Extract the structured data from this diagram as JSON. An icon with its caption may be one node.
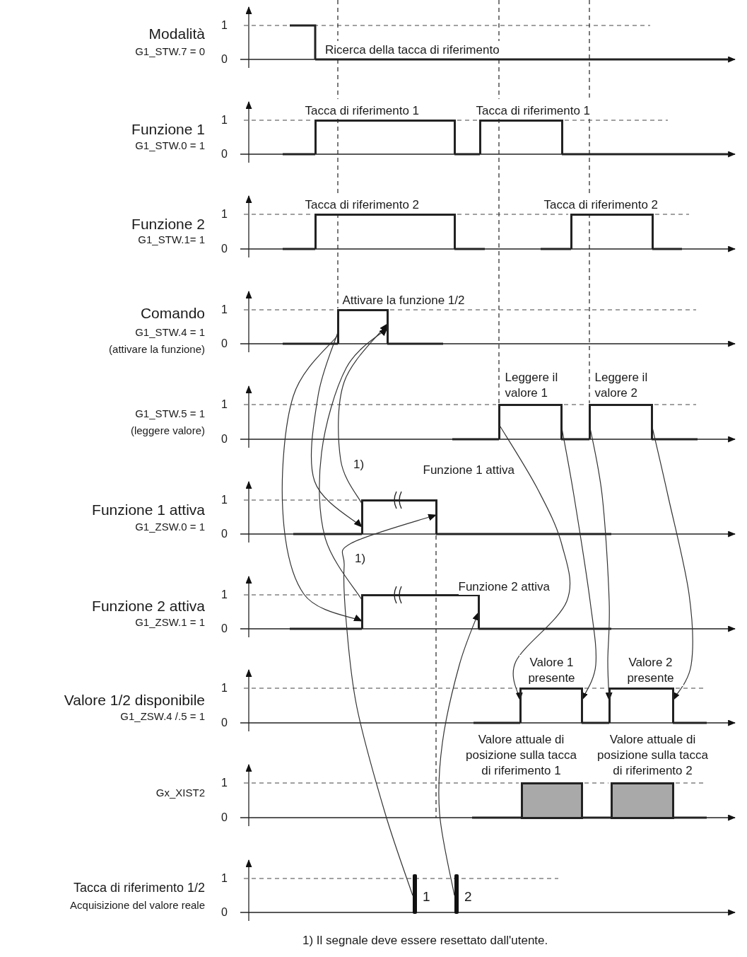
{
  "diagram": {
    "nodes": [
      {
        "text": [
          "Tacca di riferimento 1"
        ]
      },
      {
        "text": [
          "Tacca di riferimento 1"
        ]
      },
      {
        "text": [
          "Tacca di riferimento 2"
        ]
      },
      {
        "text": [
          "Tacca di riferimento 2"
        ]
      },
      {
        "text": [
          "Attivare la funzione 1/2"
        ]
      },
      {
        "text": [
          "Leggere il valore 1"
        ]
      },
      {
        "text": [
          "Leggere il valore 2"
        ]
      },
      {
        "text": [
          "Funzione 1 attiva"
        ]
      },
      {
        "text": [
          "Funzione 2 attiva"
        ]
      },
      {
        "text": [
          "Valore 1 presente"
        ]
      },
      {
        "text": [
          "Valore 2 presente"
        ]
      },
      {
        "text": [
          "Valore attuale di posizione sulla tacca di riferimento 1"
        ]
      },
      {
        "text": [
          "Valore attuale di posizione sulla tacca di riferimento 2"
        ]
      },
      {
        "text": [],
        "shape": "bar",
        "beside": [
          "1"
        ]
      },
      {
        "text": [],
        "shape": "bar",
        "beside": [
          "2"
        ]
      }
    ],
    "edges": [
      {
        "from": 4,
        "to": 7,
        "arrow": "to"
      },
      {
        "from": 4,
        "to": 8,
        "arrow": "to"
      },
      {
        "from": 7,
        "to": 4,
        "arrow": "to"
      },
      {
        "from": 8,
        "to": 4,
        "arrow": "to"
      },
      {
        "from": 13,
        "to": 7,
        "arrow": "to"
      },
      {
        "from": 14,
        "to": 8,
        "arrow": "to"
      },
      {
        "from": 5,
        "to": 9,
        "arrow": "to"
      },
      {
        "from": 5,
        "to": 9,
        "arrow": "to"
      },
      {
        "from": 6,
        "to": 10,
        "arrow": "to"
      },
      {
        "from": 6,
        "to": 10,
        "arrow": "to"
      }
    ],
    "labels": [
      "Modalità",
      "G1_STW.7 = 0",
      "1",
      "0",
      "Ricerca della tacca di riferimento",
      "Funzione 1",
      "G1_STW.0 = 1",
      "1",
      "0",
      "Funzione 2",
      "G1_STW.1= 1",
      "1",
      "0",
      "Comando",
      "G1_STW.4 = 1",
      "(attivare la funzione)",
      "1",
      "0",
      "G1_STW.5 = 1",
      "(leggere valore)",
      "1",
      "0",
      "1)",
      "Funzione 1 attiva",
      "G1_ZSW.0 = 1",
      "1",
      "0",
      "1)",
      "Funzione 2 attiva",
      "G1_ZSW.1 = 1",
      "1",
      "0",
      "Valore 1/2 disponibile",
      "G1_ZSW.4 /.5 = 1",
      "1",
      "0",
      "Gx_XIST2",
      "1",
      "0",
      "Tacca di riferimento 1/2",
      "Acquisizione del valore reale",
      "1",
      "0",
      "1) Il segnale deve essere resettato dall'utente."
    ]
  }
}
